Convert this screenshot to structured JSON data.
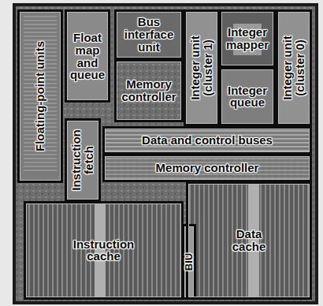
{
  "diagram": {
    "nodes": [
      {
        "text": [
          "Floating-point units"
        ]
      },
      {
        "text": [
          "Float map and queue"
        ]
      },
      {
        "text": [
          "Bus interface unit"
        ]
      },
      {
        "text": [
          "Memory controller"
        ]
      },
      {
        "text": [
          "Integer unit (cluster 1)"
        ]
      },
      {
        "text": [
          "Integer mapper"
        ]
      },
      {
        "text": [
          "Integer queue"
        ]
      },
      {
        "text": [
          "Integer unit (cluster 0)"
        ]
      },
      {
        "text": [
          "Data and control buses"
        ]
      },
      {
        "text": [
          "Instruction fetch"
        ]
      },
      {
        "text": [
          "Memory controller"
        ]
      },
      {
        "text": [
          "Instruction cache"
        ]
      },
      {
        "text": [
          "BIU"
        ]
      },
      {
        "text": [
          "Data cache"
        ]
      }
    ]
  }
}
